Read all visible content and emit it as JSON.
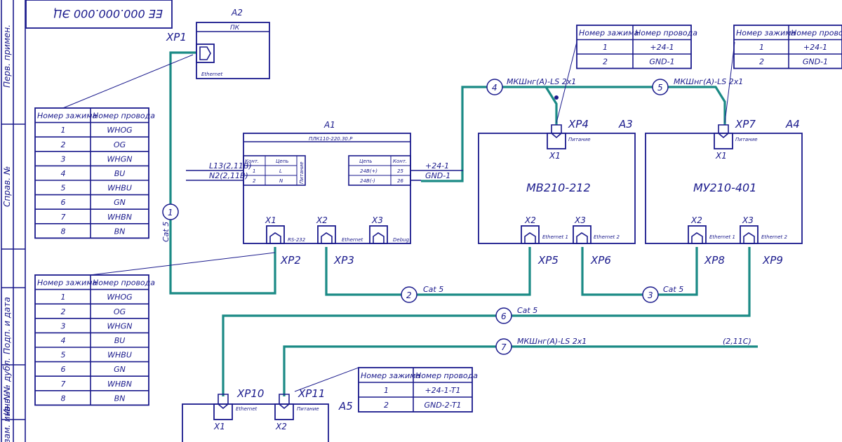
{
  "title_stamp": "ЕЕ 000.000.000 ЭЦ",
  "side_stamp": {
    "perv": "Перв. примен.",
    "sprav": "Справ. №",
    "podp": "Подп. и дата",
    "inv_dubl": "Инв. № дубл.",
    "vzam": "Взам. инв. №"
  },
  "table_headers": {
    "clamp": "Номер зажима",
    "wire": "Номер провода"
  },
  "ethernet_table": [
    {
      "n": "1",
      "w": "WHOG"
    },
    {
      "n": "2",
      "w": "OG"
    },
    {
      "n": "3",
      "w": "WHGN"
    },
    {
      "n": "4",
      "w": "BU"
    },
    {
      "n": "5",
      "w": "WHBU"
    },
    {
      "n": "6",
      "w": "GN"
    },
    {
      "n": "7",
      "w": "WHBN"
    },
    {
      "n": "8",
      "w": "BN"
    }
  ],
  "power_table_a3": [
    {
      "n": "1",
      "w": "+24-1"
    },
    {
      "n": "2",
      "w": "GND-1"
    }
  ],
  "power_table_a4": [
    {
      "n": "1",
      "w": "+24-1"
    },
    {
      "n": "2",
      "w": "GND-1"
    }
  ],
  "power_table_a5": [
    {
      "n": "1",
      "w": "+24-1-T1"
    },
    {
      "n": "2",
      "w": "GND-2-T1"
    }
  ],
  "devices": {
    "a2": {
      "ref": "A2",
      "name": "ПК",
      "port_label": "Ethernet",
      "connector": "XP1"
    },
    "a1": {
      "ref": "A1",
      "name": "ПЛК110-220.30.Р",
      "left_head": {
        "c1": "Конт.",
        "c2": "Цепь"
      },
      "left_rows": [
        {
          "k": "1",
          "c": "L"
        },
        {
          "k": "2",
          "c": "N"
        }
      ],
      "left_side": "Питание",
      "right_head": {
        "c1": "Цепь",
        "c2": "Конт."
      },
      "right_rows": [
        {
          "c": "24В(+)",
          "k": "25"
        },
        {
          "c": "24В(-)",
          "k": "26"
        }
      ],
      "inputs": [
        "L13(2,11В)",
        "N2(2,11В)"
      ],
      "outputs": [
        "+24-1",
        "GND-1"
      ],
      "ports": [
        {
          "x": "X1",
          "lbl": "RS-232",
          "xp": "XP2"
        },
        {
          "x": "X2",
          "lbl": "Ethernet",
          "xp": "XP3"
        },
        {
          "x": "X3",
          "lbl": "Debug"
        }
      ]
    },
    "a3": {
      "ref": "A3",
      "model": "МВ210-212",
      "x1": "X1",
      "xp4": "XP4",
      "power": "Питание",
      "x2": "X2",
      "e1": "Ethernet 1",
      "xp5": "XP5",
      "x3": "X3",
      "e2": "Ethernet 2",
      "xp6": "XP6"
    },
    "a4": {
      "ref": "A4",
      "model": "МУ210-401",
      "x1": "X1",
      "xp7": "XP7",
      "power": "Питание",
      "x2": "X2",
      "e1": "Ethernet 1",
      "xp8": "XP8",
      "x3": "X3",
      "e2": "Ethernet 2",
      "xp9": "XP9"
    },
    "a5": {
      "ref": "A5",
      "x1": "X1",
      "e": "Ethernet",
      "xp10": "XP10",
      "x2": "X2",
      "power": "Питание",
      "xp11": "XP11"
    }
  },
  "cables": [
    {
      "num": "1",
      "label": "Cat 5"
    },
    {
      "num": "2",
      "label": "Cat 5"
    },
    {
      "num": "3",
      "label": "Cat 5"
    },
    {
      "num": "4",
      "label": "МКШнг(А)-LS 2х1"
    },
    {
      "num": "5",
      "label": "МКШнг(А)-LS 2х1"
    },
    {
      "num": "6",
      "label": "Cat 5"
    },
    {
      "num": "7",
      "label": "МКШнг(А)-LS 2х1"
    }
  ],
  "cable7_end": "(2,11С)"
}
